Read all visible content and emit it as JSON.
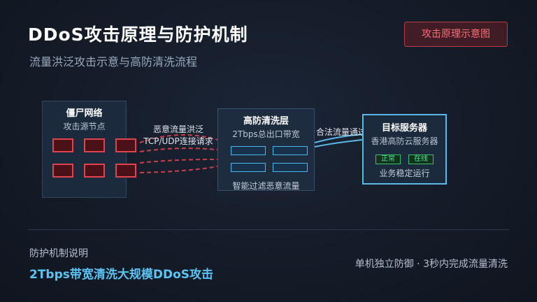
{
  "header": {
    "title": "DDoS攻击原理与防护机制",
    "subtitle": "流量洪泛攻击示意与高防清洗流程",
    "badge": "攻击原理示意图"
  },
  "diagram": {
    "botnet": {
      "title": "僵尸网络",
      "subtitle": "攻击源节点"
    },
    "attack_flow": {
      "line1": "恶意流量洪泛",
      "line2": "TCP/UDP连接请求"
    },
    "scrubbing": {
      "title": "高防清洗层",
      "subtitle": "2Tbps总出口带宽",
      "footer": "智能过滤恶意流量"
    },
    "clean_flow": {
      "label": "合法流量通过"
    },
    "target": {
      "title": "目标服务器",
      "subtitle": "香港高防云服务器",
      "status_1": "正常",
      "status_2": "在线",
      "footer": "业务稳定运行"
    }
  },
  "footer": {
    "section_label": "防护机制说明",
    "headline": "2Tbps带宽清洗大规模DDoS攻击",
    "summary": "单机独立防御 · 3秒内完成流量清洗"
  },
  "colors": {
    "attack": "#e0434d",
    "clean": "#5bb8e8",
    "status_ok": "#4fe08a",
    "badge": "#ff6f78",
    "headline": "#5bc4f5"
  }
}
